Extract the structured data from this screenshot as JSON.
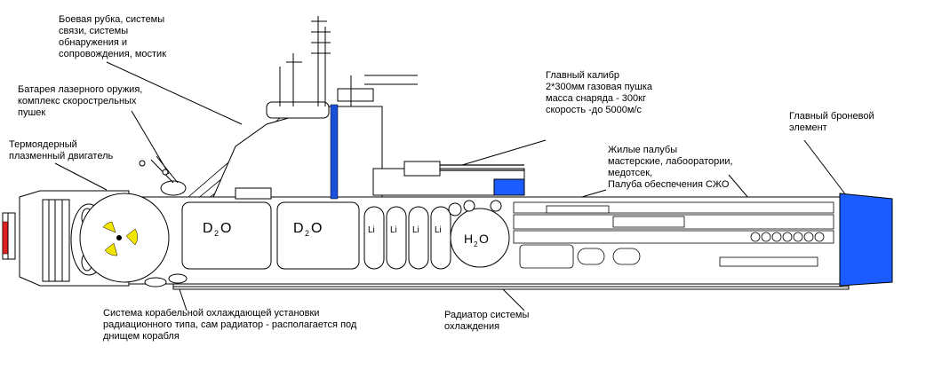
{
  "labels": {
    "bridge": "Боевая рубка, системы\nсвязи, системы\nобнаружения и\nсопровождения, мостик",
    "laser": "Батарея лазерного оружия,\nкомплекс скорострельных\nпушек",
    "engine": "Термоядерный\nплазменный двигатель",
    "main_gun": "Главный калибр\n2*300мм газовая пушка\nмасса снаряда - 300кг\nскорость -до 5000м/с",
    "armor": "Главный броневой\nэлемент",
    "decks": "Жилые палубы\nмастерские, лабооратории,\nмедотсек,\nПалуба обеспечения СЖО",
    "cooling_system": "Система корабельной охлаждающей установки\nрадиационного типа, сам радиатор - располагается под\nднищем корабля",
    "radiator": "Радиатор системы\nохлаждения"
  },
  "tank_marks": {
    "d2o_a": "D",
    "d2o_b": "D",
    "sub2": "2",
    "o": "O",
    "li": "Li",
    "h2o_h": "H",
    "h2o_o": "O"
  },
  "colors": {
    "armor_blue": "#1a5cff",
    "mast_blue": "#1a4fd8",
    "reactor_yellow": "#f2e600",
    "engine_red": "#e02020"
  }
}
